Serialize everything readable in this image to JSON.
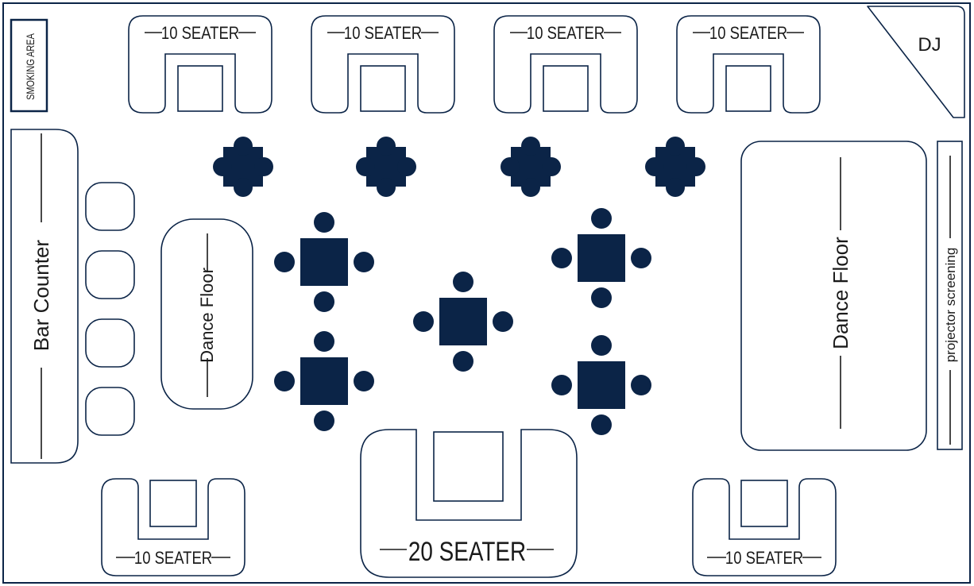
{
  "colors": {
    "outline": "#0b2447",
    "table_fill": "#0b2447",
    "text": "#1a1a1a",
    "background": "#ffffff"
  },
  "labels": {
    "smoking_area": "SMOKING AREA",
    "dj": "DJ",
    "bar_counter": "Bar Counter",
    "dance_floor_small": "Dance Floor",
    "dance_floor_large": "Dance Floor",
    "projector": "projector screening",
    "ten_seater": "10 SEATER",
    "twenty_seater": "20 SEATER"
  },
  "counts": {
    "top_booths": 4,
    "bar_stools": 4,
    "four_top_tables": 9,
    "bottom_small_booths": 2
  }
}
